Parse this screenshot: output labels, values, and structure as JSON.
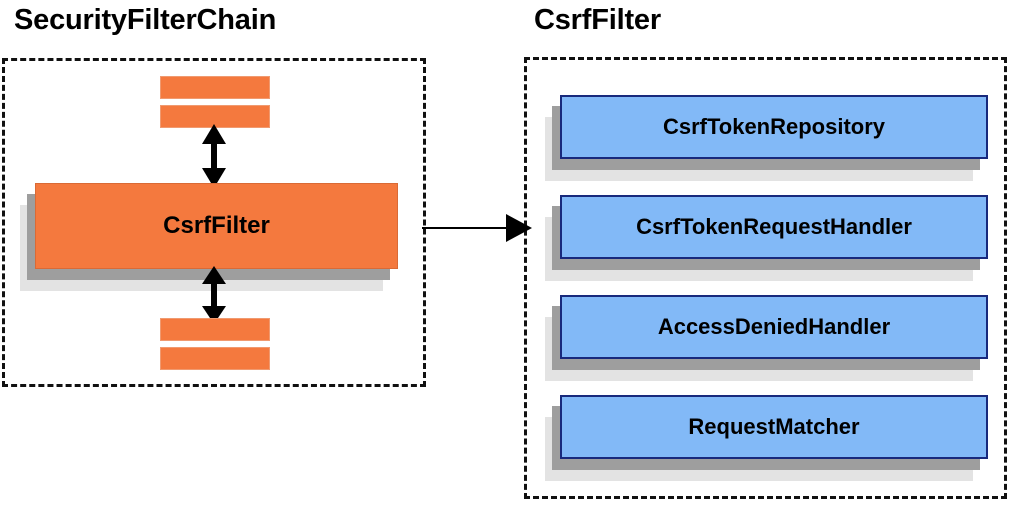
{
  "diagram": {
    "type": "architecture-block-diagram",
    "background": "#ffffff",
    "palette": {
      "orange_fill": "#f4793e",
      "orange_border": "#d96a36",
      "blue_fill": "#82b9f7",
      "blue_border": "#18297c",
      "shadow_near": "#9e9e9e",
      "shadow_far": "#e3e3e3",
      "outline": "#111111",
      "text": "#000000"
    }
  },
  "left_panel": {
    "title": "SecurityFilterChain",
    "container_style": "dashed",
    "focused_filter": {
      "label": "CsrfFilter",
      "fill": "#f4793e"
    },
    "neighbor_filters_above": 2,
    "neighbor_filters_below": 2,
    "arrows": [
      {
        "name": "filter-above-link",
        "direction": "both"
      },
      {
        "name": "filter-below-link",
        "direction": "both"
      }
    ]
  },
  "connector": {
    "name": "chain-to-csrf-arrow",
    "direction": "right",
    "from": "CsrfFilter",
    "to": "CsrfFilter detail"
  },
  "right_panel": {
    "title": "CsrfFilter",
    "container_style": "dashed",
    "collaborators": [
      {
        "label": "CsrfTokenRepository"
      },
      {
        "label": "CsrfTokenRequestHandler"
      },
      {
        "label": "AccessDeniedHandler"
      },
      {
        "label": "RequestMatcher"
      }
    ]
  }
}
